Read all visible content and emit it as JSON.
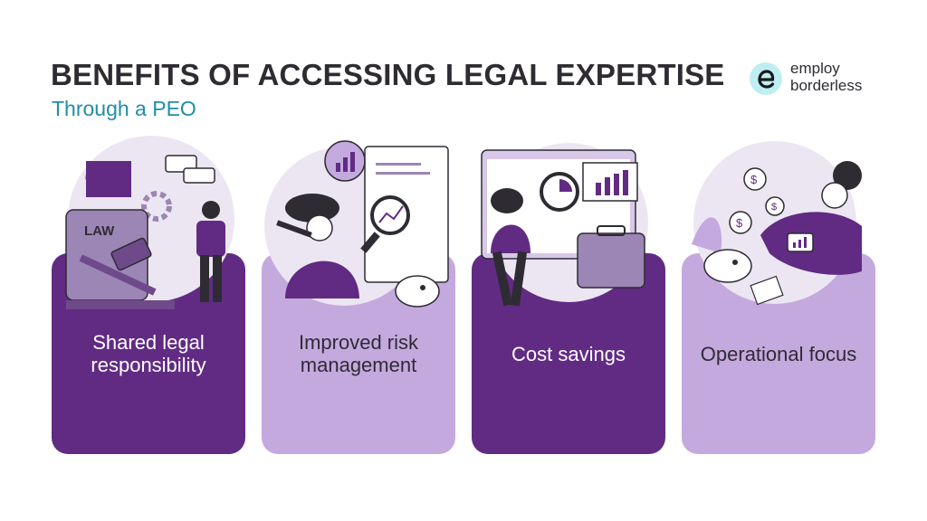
{
  "header": {
    "title": "BENEFITS OF ACCESSING LEGAL EXPERTISE",
    "subtitle": "Through a PEO"
  },
  "logo": {
    "line1": "employ",
    "line2": "borderless",
    "icon": "e-letter-icon"
  },
  "colors": {
    "dark_purple": "#612b83",
    "light_purple": "#c4a9de",
    "teal": "#1f8ea6",
    "title": "#2e2b33"
  },
  "cards": [
    {
      "label": "Shared legal responsibility",
      "style": "dark",
      "illustration": "law-gavel-illustration",
      "badge_text": "LAW"
    },
    {
      "label": "Improved risk management",
      "style": "light",
      "illustration": "risk-analysis-illustration"
    },
    {
      "label": "Cost savings",
      "style": "dark",
      "illustration": "cost-savings-illustration"
    },
    {
      "label": "Operational focus",
      "style": "light",
      "illustration": "operational-focus-illustration"
    }
  ]
}
